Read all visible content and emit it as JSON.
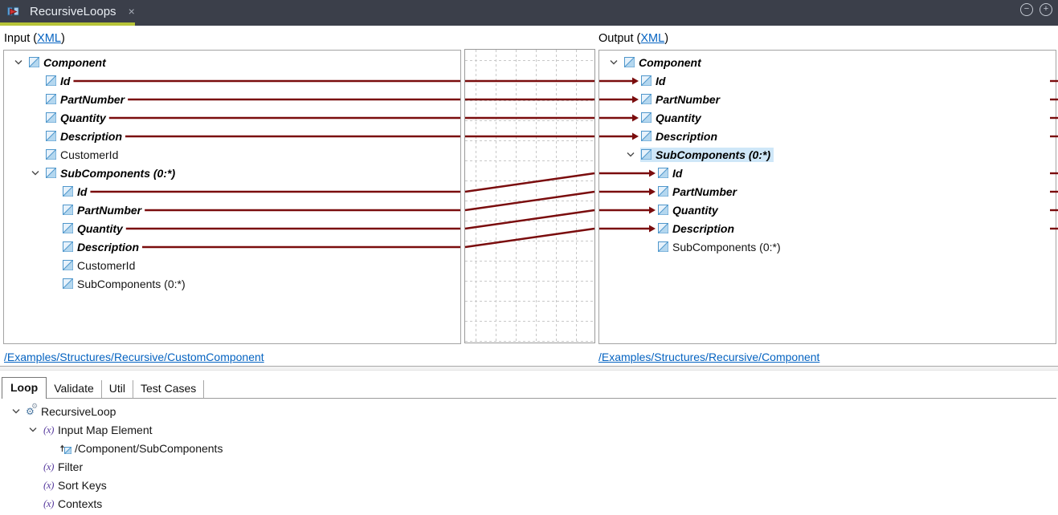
{
  "window": {
    "tab_title": "RecursiveLoops",
    "close_label": "×",
    "minimize_label": "−",
    "maximize_label": "+"
  },
  "input_section": {
    "heading_prefix": "Input (",
    "heading_link": "XML",
    "heading_suffix": ")",
    "path_link": "/Examples/Structures/Recursive/CustomComponent",
    "tree": [
      {
        "label": "Component",
        "level": 0,
        "chevron": true,
        "icon": "element",
        "mapped": true
      },
      {
        "label": "Id",
        "level": 1,
        "chevron": false,
        "icon": "element",
        "mapped": true
      },
      {
        "label": "PartNumber",
        "level": 1,
        "chevron": false,
        "icon": "element",
        "mapped": true
      },
      {
        "label": "Quantity",
        "level": 1,
        "chevron": false,
        "icon": "element",
        "mapped": true
      },
      {
        "label": "Description",
        "level": 1,
        "chevron": false,
        "icon": "element",
        "mapped": true
      },
      {
        "label": "CustomerId",
        "level": 1,
        "chevron": false,
        "icon": "element",
        "mapped": false
      },
      {
        "label": "SubComponents (0:*)",
        "level": 1,
        "chevron": true,
        "icon": "element",
        "mapped": true
      },
      {
        "label": "Id",
        "level": 2,
        "chevron": false,
        "icon": "element",
        "mapped": true
      },
      {
        "label": "PartNumber",
        "level": 2,
        "chevron": false,
        "icon": "element",
        "mapped": true
      },
      {
        "label": "Quantity",
        "level": 2,
        "chevron": false,
        "icon": "element",
        "mapped": true
      },
      {
        "label": "Description",
        "level": 2,
        "chevron": false,
        "icon": "element",
        "mapped": true
      },
      {
        "label": "CustomerId",
        "level": 2,
        "chevron": false,
        "icon": "element",
        "mapped": false
      },
      {
        "label": "SubComponents (0:*)",
        "level": 2,
        "chevron": false,
        "icon": "element",
        "mapped": false
      }
    ]
  },
  "output_section": {
    "heading_prefix": "Output (",
    "heading_link": "XML",
    "heading_suffix": ")",
    "path_link": "/Examples/Structures/Recursive/Component",
    "tree": [
      {
        "label": "Component",
        "level": 0,
        "chevron": true,
        "icon": "element",
        "mapped": true
      },
      {
        "label": "Id",
        "level": 1,
        "chevron": false,
        "icon": "element",
        "mapped": true
      },
      {
        "label": "PartNumber",
        "level": 1,
        "chevron": false,
        "icon": "element",
        "mapped": true
      },
      {
        "label": "Quantity",
        "level": 1,
        "chevron": false,
        "icon": "element",
        "mapped": true
      },
      {
        "label": "Description",
        "level": 1,
        "chevron": false,
        "icon": "element",
        "mapped": true
      },
      {
        "label": "SubComponents (0:*)",
        "level": 1,
        "chevron": true,
        "icon": "element",
        "mapped": true,
        "selected": true
      },
      {
        "label": "Id",
        "level": 2,
        "chevron": false,
        "icon": "element",
        "mapped": true
      },
      {
        "label": "PartNumber",
        "level": 2,
        "chevron": false,
        "icon": "element",
        "mapped": true
      },
      {
        "label": "Quantity",
        "level": 2,
        "chevron": false,
        "icon": "element",
        "mapped": true
      },
      {
        "label": "Description",
        "level": 2,
        "chevron": false,
        "icon": "element",
        "mapped": true
      },
      {
        "label": "SubComponents (0:*)",
        "level": 2,
        "chevron": false,
        "icon": "element",
        "mapped": false
      }
    ]
  },
  "mappings": [
    {
      "from": "/Component/Id",
      "to": "/Component/Id",
      "src_row": 1,
      "tgt_row": 1
    },
    {
      "from": "/Component/PartNumber",
      "to": "/Component/PartNumber",
      "src_row": 2,
      "tgt_row": 2
    },
    {
      "from": "/Component/Quantity",
      "to": "/Component/Quantity",
      "src_row": 3,
      "tgt_row": 3
    },
    {
      "from": "/Component/Description",
      "to": "/Component/Description",
      "src_row": 4,
      "tgt_row": 4
    },
    {
      "from": "/Component/SubComponents/Id",
      "to": "/Component/SubComponents/Id",
      "src_row": 7,
      "tgt_row": 6
    },
    {
      "from": "/Component/SubComponents/PartNumber",
      "to": "/Component/SubComponents/PartNumber",
      "src_row": 8,
      "tgt_row": 7
    },
    {
      "from": "/Component/SubComponents/Quantity",
      "to": "/Component/SubComponents/Quantity",
      "src_row": 9,
      "tgt_row": 8
    },
    {
      "from": "/Component/SubComponents/Description",
      "to": "/Component/SubComponents/Description",
      "src_row": 10,
      "tgt_row": 9
    }
  ],
  "bottom_panel": {
    "tabs": [
      {
        "label": "Loop",
        "active": true
      },
      {
        "label": "Validate",
        "active": false
      },
      {
        "label": "Util",
        "active": false
      },
      {
        "label": "Test Cases",
        "active": false
      }
    ],
    "tree": [
      {
        "label": "RecursiveLoop",
        "level": 0,
        "chevron": true,
        "icon": "gears"
      },
      {
        "label": "Input Map Element",
        "level": 1,
        "chevron": true,
        "icon": "fx"
      },
      {
        "label": "/Component/SubComponents",
        "level": 2,
        "chevron": false,
        "icon": "input-element"
      },
      {
        "label": "Filter",
        "level": 1,
        "chevron": false,
        "icon": "fx"
      },
      {
        "label": "Sort Keys",
        "level": 1,
        "chevron": false,
        "icon": "fx"
      },
      {
        "label": "Contexts",
        "level": 1,
        "chevron": false,
        "icon": "fx"
      }
    ]
  },
  "colors": {
    "header_bg": "#3b3f4a",
    "tab_underline": "#b6c437",
    "map_line": "#7a0c0d",
    "selection_bg": "#cfe7f8",
    "link": "#0563c1"
  }
}
